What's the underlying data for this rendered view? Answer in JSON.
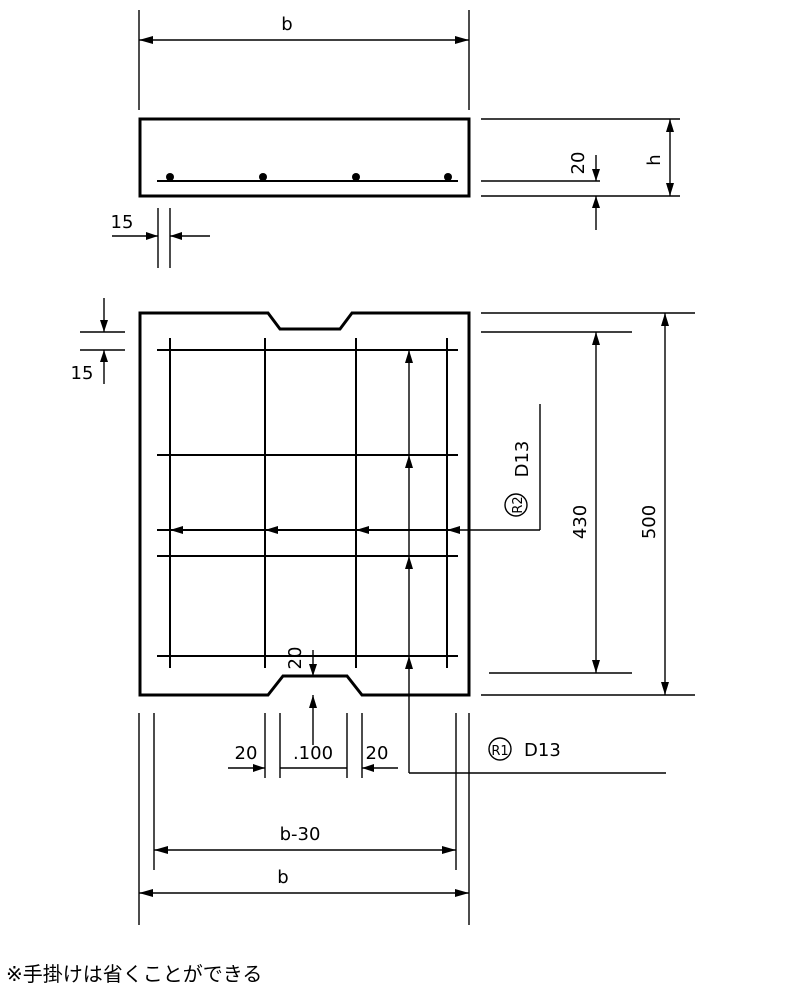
{
  "section": {
    "width_label": "b",
    "height_label": "h",
    "cover_label": "20",
    "edge_label": "15"
  },
  "plan": {
    "top_cover_label": "15",
    "inner_length_label": "430",
    "length_label": "500",
    "notch_depth_label": "20",
    "notch_width_label": ".100",
    "notch_left_label": "20",
    "notch_right_label": "20",
    "inner_width_label": "b-30",
    "width_label": "b"
  },
  "rebar": {
    "r2_mark": "R2",
    "r2_size": "D13",
    "r1_mark": "R1",
    "r1_size": "D13"
  },
  "note": "※手掛けは省くことができる"
}
